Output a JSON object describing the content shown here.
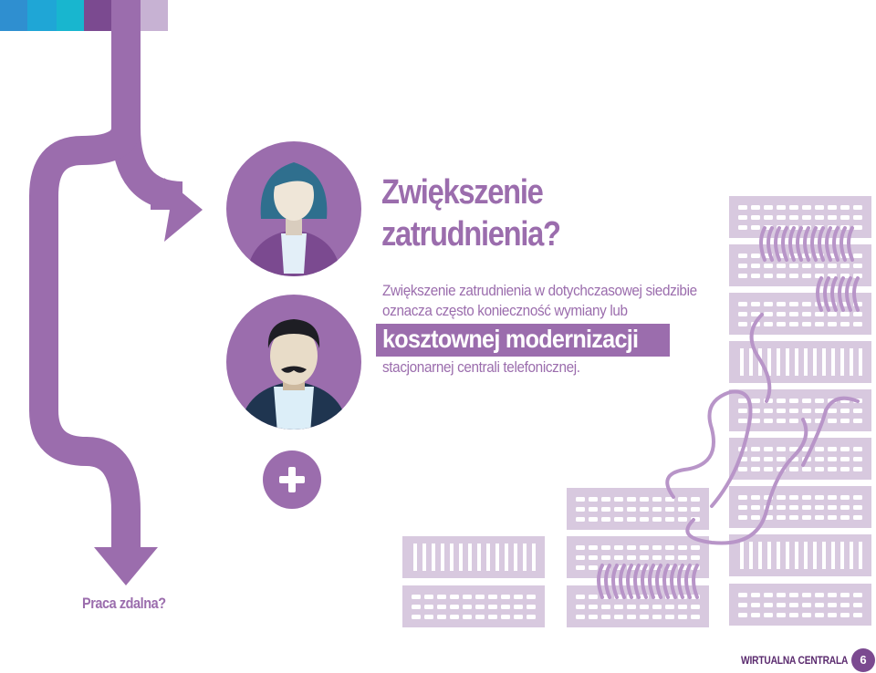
{
  "heading": {
    "line1": "Zwiększenie",
    "line2": "zatrudnienia?"
  },
  "body": {
    "line1": "Zwiększenie zatrudnienia w dotychczasowej siedzibie",
    "line2": "oznacza często konieczność wymiany lub",
    "highlight": "kosztownej modernizacji",
    "line3": "stacjonarnej centrali telefonicznej."
  },
  "branch_label": "Praca zdalna?",
  "footer": {
    "brand": "WIRTUALNA CENTRALA",
    "page_number": "6"
  },
  "icons": [
    "woman-avatar-icon",
    "man-avatar-icon",
    "plus-icon",
    "server-rack-icon",
    "arrow-right-icon",
    "arrow-down-icon",
    "cable-icon"
  ],
  "colors": {
    "accent": "#9b6dad",
    "dark_accent": "#5a2a6e",
    "rack": "#d8c9df",
    "stripes": [
      "#2f8fd0",
      "#1fa6d6",
      "#18b6cf",
      "#7b4a90",
      "#9b6dad",
      "#c7b2d3"
    ]
  }
}
